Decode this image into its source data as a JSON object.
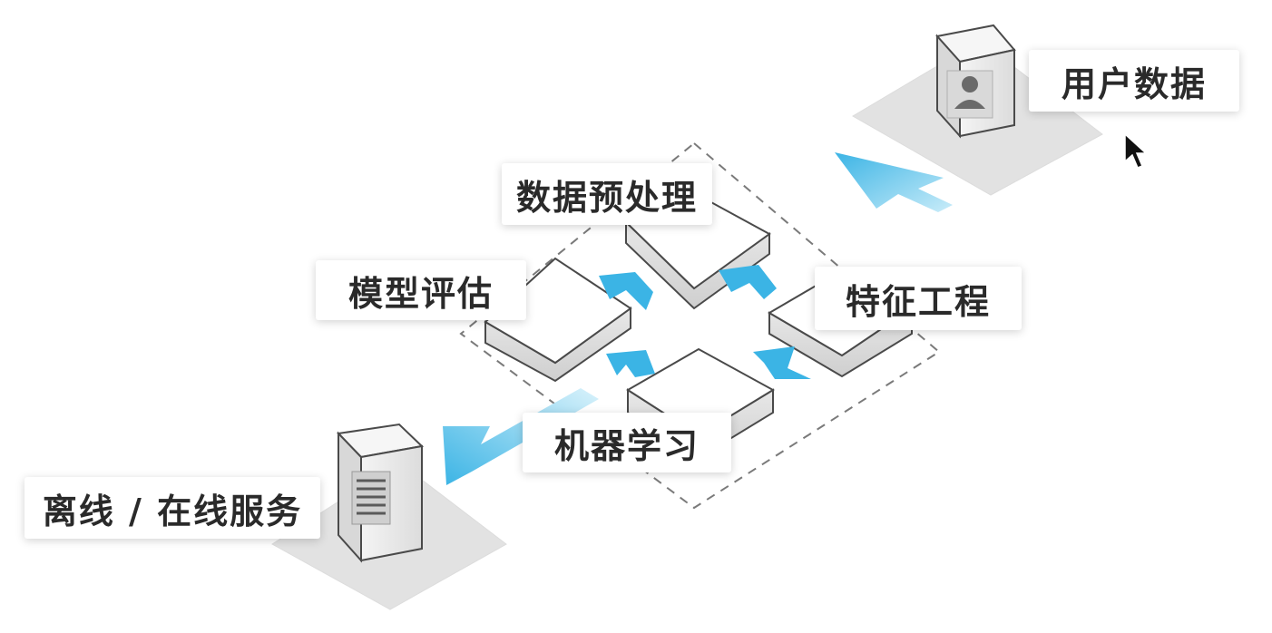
{
  "nodes": {
    "user_data": "用户数据",
    "preprocessing": "数据预处理",
    "model_evaluation": "模型评估",
    "feature_engineering": "特征工程",
    "machine_learning": "机器学习",
    "service": "离线 / 在线服务"
  },
  "colors": {
    "arrow": "#3bb4e5",
    "arrow_light": "#c9ecf9",
    "platform": "#e2e2e2",
    "box_top": "#ffffff",
    "box_side": "#d6d6d6",
    "outline": "#4a4a4a",
    "dashed": "#7a7a7a",
    "text": "#2a2a2a"
  },
  "icons": [
    "user-icon",
    "document-icon",
    "mouse-cursor-icon"
  ]
}
